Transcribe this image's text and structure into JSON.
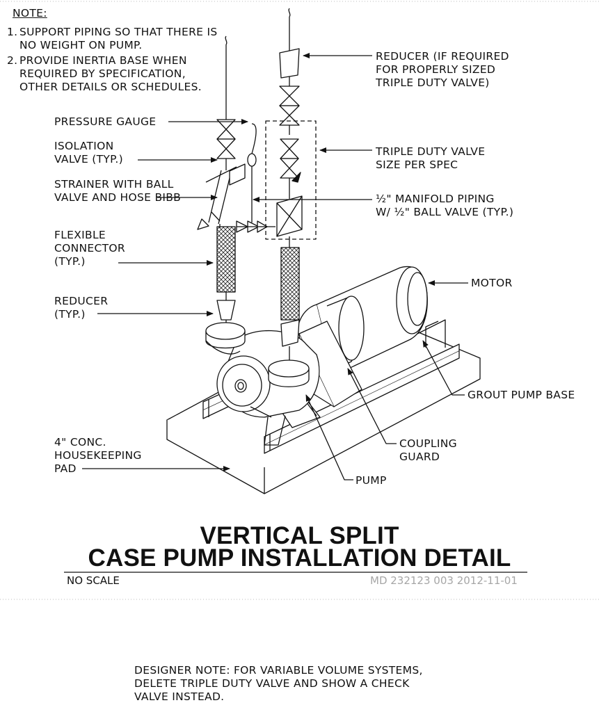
{
  "notes": {
    "heading": "NOTE:",
    "items": [
      {
        "num": "1.",
        "lines": [
          "SUPPORT PIPING SO THAT THERE IS",
          "NO WEIGHT ON PUMP."
        ]
      },
      {
        "num": "2.",
        "lines": [
          "PROVIDE INERTIA BASE WHEN",
          "REQUIRED BY SPECIFICATION,",
          "OTHER DETAILS OR SCHEDULES."
        ]
      }
    ]
  },
  "callouts": {
    "pressure_gauge": "PRESSURE GAUGE",
    "isolation_valve": [
      "ISOLATION",
      "VALVE (TYP.)"
    ],
    "strainer": [
      "STRAINER WITH BALL",
      "VALVE AND HOSE BIBB"
    ],
    "flexible_connector": [
      "FLEXIBLE",
      "CONNECTOR",
      "(TYP.)"
    ],
    "reducer_typ": [
      "REDUCER",
      "(TYP.)"
    ],
    "housekeeping_pad": [
      "4\" CONC.",
      "HOUSEKEEPING",
      "PAD"
    ],
    "reducer_if_required": [
      "REDUCER (IF REQUIRED",
      "FOR PROPERLY SIZED",
      "TRIPLE DUTY VALVE)"
    ],
    "triple_duty_valve": [
      "TRIPLE DUTY VALVE",
      "SIZE PER SPEC"
    ],
    "manifold_piping": [
      "½\" MANIFOLD PIPING",
      "W/ ½\" BALL VALVE (TYP.)"
    ],
    "motor": "MOTOR",
    "grout_pump_base": "GROUT PUMP BASE",
    "coupling_guard": [
      "COUPLING",
      "GUARD"
    ],
    "pump": "PUMP"
  },
  "title": {
    "line1": "VERTICAL SPLIT",
    "line2": "CASE PUMP INSTALLATION DETAIL"
  },
  "scale_text": "NO SCALE",
  "reference": "MD 232123 003 2012-11-01",
  "designer_note": [
    "DESIGNER NOTE: FOR VARIABLE VOLUME SYSTEMS,",
    "DELETE TRIPLE DUTY VALVE AND SHOW A CHECK",
    "VALVE INSTEAD."
  ]
}
